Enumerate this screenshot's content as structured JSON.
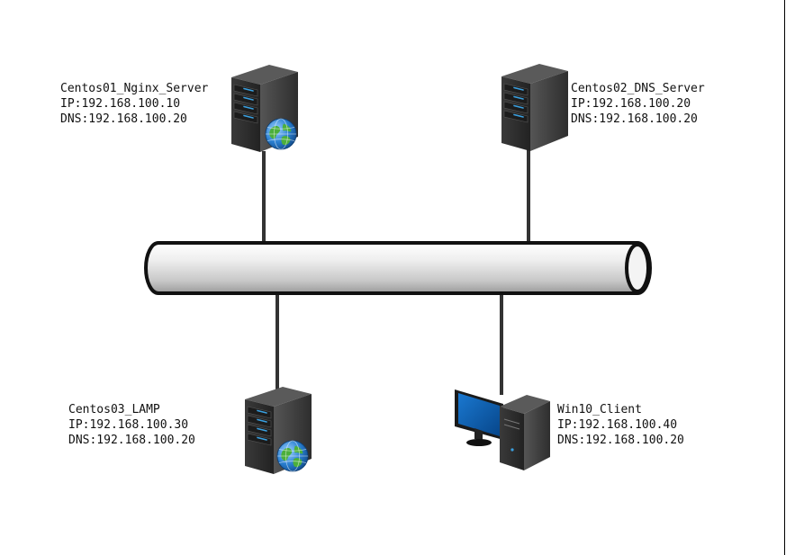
{
  "nodes": [
    {
      "id": "nginx",
      "name": "Centos01_Nginx_Server",
      "ip": "IP:192.168.100.10",
      "dns": "DNS:192.168.100.20",
      "icon": "web-server-icon"
    },
    {
      "id": "dns",
      "name": "Centos02_DNS_Server",
      "ip": "IP:192.168.100.20",
      "dns": "DNS:192.168.100.20",
      "icon": "server-icon"
    },
    {
      "id": "lamp",
      "name": "Centos03_LAMP",
      "ip": "IP:192.168.100.30",
      "dns": "DNS:192.168.100.20",
      "icon": "web-server-icon"
    },
    {
      "id": "client",
      "name": "Win10_Client",
      "ip": "IP:192.168.100.40",
      "dns": "DNS:192.168.100.20",
      "icon": "workstation-icon"
    }
  ],
  "network": {
    "icon": "network-bus-pipe"
  },
  "colors": {
    "server_dark": "#2a2a2a",
    "server_mid": "#4a4a4a",
    "drive_led": "#3aa0e0",
    "globe_blue": "#2a7fd0",
    "globe_green": "#4caf3c",
    "screen_blue": "#0a5aa8",
    "link_line": "#333333"
  }
}
